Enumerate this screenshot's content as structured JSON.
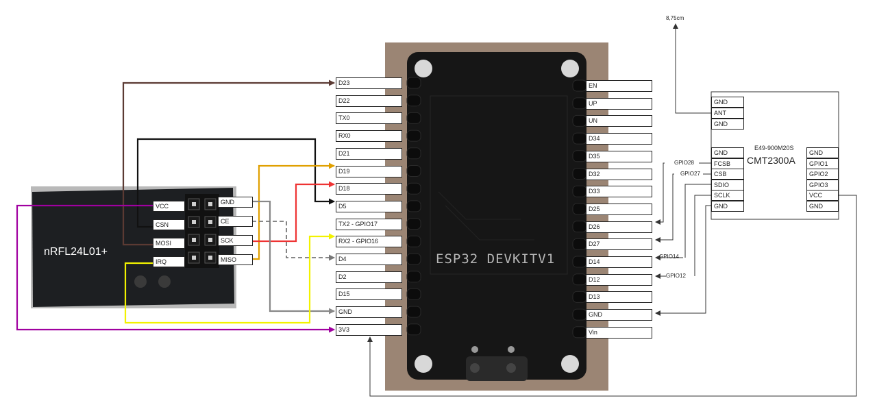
{
  "esp32": {
    "board_text": "ESP32 DEVKITV1",
    "left_pins": [
      "D23",
      "D22",
      "TX0",
      "RX0",
      "D21",
      "D19",
      "D18",
      "D5",
      "TX2 - GPIO17",
      "RX2 - GPIO16",
      "D4",
      "D2",
      "D15",
      "GND",
      "3V3"
    ],
    "right_pins": [
      "EN",
      "UP",
      "UN",
      "D34",
      "D35",
      "D32",
      "D33",
      "D25",
      "D26",
      "D27",
      "D14",
      "D12",
      "D13",
      "GND",
      "Vin"
    ]
  },
  "nrf": {
    "name": "nRFL24L01+",
    "left_pins": [
      "VCC",
      "CSN",
      "MOSI",
      "IRQ"
    ],
    "right_pins": [
      "GND",
      "CE",
      "SCK",
      "MISO"
    ]
  },
  "cmt": {
    "model": "E49-900M20S",
    "chip": "CMT2300A",
    "top_pins": [
      "GND",
      "ANT",
      "GND"
    ],
    "left_pins": [
      "GND",
      "FCSB",
      "CSB",
      "SDIO",
      "SCLK",
      "GND"
    ],
    "right_pins": [
      "GND",
      "GPIO1",
      "GPIO2",
      "GPIO3",
      "VCC",
      "GND"
    ],
    "antenna_label": "8,75cm"
  },
  "wire_labels": {
    "gpio28": "GPIO28",
    "gpio27": "GPIO27",
    "gpio14": "GPIO14",
    "gpio12": "GPIO12"
  },
  "colors": {
    "brown": "#5b3a33",
    "black": "#111111",
    "orange": "#e0a000",
    "red": "#ee3333",
    "gray": "#888888",
    "yellow": "#f2f200",
    "purple": "#a000a0",
    "dark": "#333333"
  }
}
